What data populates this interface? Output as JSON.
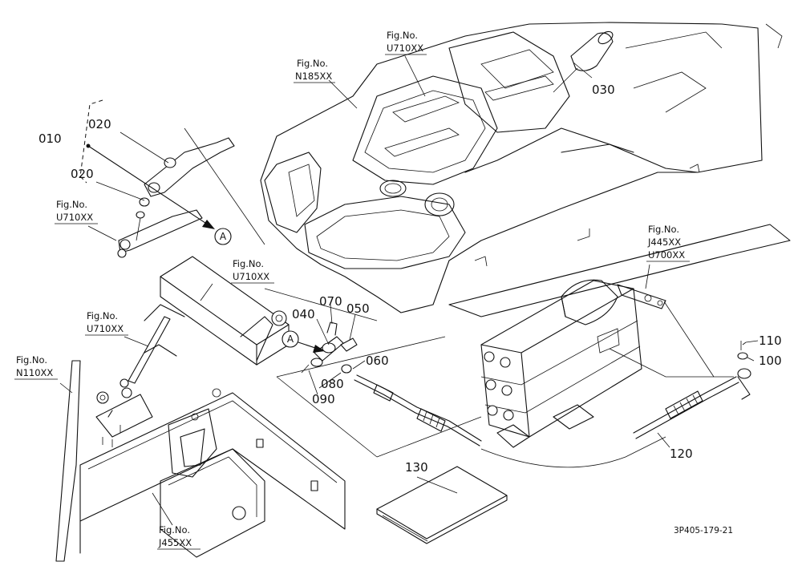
{
  "parts": {
    "p010": "010",
    "p020a": "020",
    "p020b": "020",
    "p030": "030",
    "p040": "040",
    "p050": "050",
    "p060": "060",
    "p070": "070",
    "p080": "080",
    "p090": "090",
    "p100": "100",
    "p110": "110",
    "p120": "120",
    "p130": "130"
  },
  "refs": {
    "fig_label": "Fig.No.",
    "r1": "U710XX",
    "r2": "N185XX",
    "r3": "U710XX",
    "r4": "U710XX",
    "r5": "U710XX",
    "r6": "N110XX",
    "r7a": "J445XX",
    "r7b": "U700XX",
    "r8": "J455XX"
  },
  "markers": {
    "a1": "A",
    "a2": "A"
  },
  "drawing_code": "3P405-179-21"
}
